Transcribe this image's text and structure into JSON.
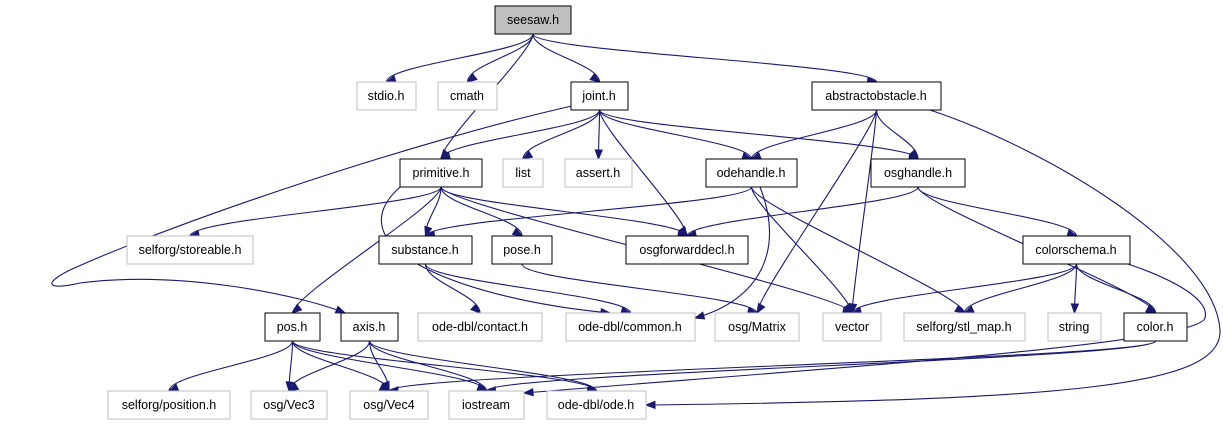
{
  "nodes": [
    {
      "id": "seesaw",
      "label": "seesaw.h",
      "style": "root"
    },
    {
      "id": "stdio",
      "label": "stdio.h",
      "style": "gray"
    },
    {
      "id": "cmath",
      "label": "cmath",
      "style": "gray"
    },
    {
      "id": "joint",
      "label": "joint.h",
      "style": "black"
    },
    {
      "id": "abstractobstacle",
      "label": "abstractobstacle.h",
      "style": "black"
    },
    {
      "id": "primitive",
      "label": "primitive.h",
      "style": "black"
    },
    {
      "id": "list",
      "label": "list",
      "style": "gray"
    },
    {
      "id": "assert",
      "label": "assert.h",
      "style": "gray"
    },
    {
      "id": "odehandle",
      "label": "odehandle.h",
      "style": "black"
    },
    {
      "id": "osghandle",
      "label": "osghandle.h",
      "style": "black"
    },
    {
      "id": "storeable",
      "label": "selforg/storeable.h",
      "style": "gray"
    },
    {
      "id": "substance",
      "label": "substance.h",
      "style": "black"
    },
    {
      "id": "pose",
      "label": "pose.h",
      "style": "black"
    },
    {
      "id": "osgforwarddecl",
      "label": "osgforwarddecl.h",
      "style": "black"
    },
    {
      "id": "colorschema",
      "label": "colorschema.h",
      "style": "black"
    },
    {
      "id": "pos",
      "label": "pos.h",
      "style": "black"
    },
    {
      "id": "axis",
      "label": "axis.h",
      "style": "black"
    },
    {
      "id": "contact",
      "label": "ode-dbl/contact.h",
      "style": "gray"
    },
    {
      "id": "common",
      "label": "ode-dbl/common.h",
      "style": "gray"
    },
    {
      "id": "matrix",
      "label": "osg/Matrix",
      "style": "gray"
    },
    {
      "id": "vector",
      "label": "vector",
      "style": "gray"
    },
    {
      "id": "stl_map",
      "label": "selforg/stl_map.h",
      "style": "gray"
    },
    {
      "id": "string",
      "label": "string",
      "style": "gray"
    },
    {
      "id": "color",
      "label": "color.h",
      "style": "black"
    },
    {
      "id": "position",
      "label": "selforg/position.h",
      "style": "gray"
    },
    {
      "id": "vec3",
      "label": "osg/Vec3",
      "style": "gray"
    },
    {
      "id": "vec4",
      "label": "osg/Vec4",
      "style": "gray"
    },
    {
      "id": "iostream",
      "label": "iostream",
      "style": "gray"
    },
    {
      "id": "ode",
      "label": "ode-dbl/ode.h",
      "style": "gray"
    }
  ],
  "edges": [
    [
      "seesaw",
      "stdio"
    ],
    [
      "seesaw",
      "cmath"
    ],
    [
      "seesaw",
      "joint"
    ],
    [
      "seesaw",
      "abstractobstacle"
    ],
    [
      "seesaw",
      "primitive"
    ],
    [
      "joint",
      "primitive"
    ],
    [
      "joint",
      "list"
    ],
    [
      "joint",
      "assert"
    ],
    [
      "joint",
      "odehandle"
    ],
    [
      "joint",
      "osghandle"
    ],
    [
      "joint",
      "osgforwarddecl"
    ],
    [
      "joint",
      "axis"
    ],
    [
      "abstractobstacle",
      "odehandle"
    ],
    [
      "abstractobstacle",
      "osghandle"
    ],
    [
      "abstractobstacle",
      "matrix"
    ],
    [
      "abstractobstacle",
      "vector"
    ],
    [
      "abstractobstacle",
      "ode"
    ],
    [
      "primitive",
      "storeable"
    ],
    [
      "primitive",
      "substance"
    ],
    [
      "primitive",
      "pose"
    ],
    [
      "primitive",
      "osgforwarddecl"
    ],
    [
      "primitive",
      "pos"
    ],
    [
      "primitive",
      "common"
    ],
    [
      "primitive",
      "vector"
    ],
    [
      "odehandle",
      "substance"
    ],
    [
      "odehandle",
      "common"
    ],
    [
      "odehandle",
      "vector"
    ],
    [
      "odehandle",
      "stl_map"
    ],
    [
      "osghandle",
      "osgforwarddecl"
    ],
    [
      "osghandle",
      "colorschema"
    ],
    [
      "osghandle",
      "color"
    ],
    [
      "substance",
      "contact"
    ],
    [
      "substance",
      "common"
    ],
    [
      "pose",
      "matrix"
    ],
    [
      "colorschema",
      "vector"
    ],
    [
      "colorschema",
      "stl_map"
    ],
    [
      "colorschema",
      "string"
    ],
    [
      "colorschema",
      "color"
    ],
    [
      "colorschema",
      "iostream"
    ],
    [
      "color",
      "vec4"
    ],
    [
      "color",
      "iostream"
    ],
    [
      "pos",
      "position"
    ],
    [
      "pos",
      "vec3"
    ],
    [
      "pos",
      "vec4"
    ],
    [
      "pos",
      "iostream"
    ],
    [
      "pos",
      "ode"
    ],
    [
      "axis",
      "vec3"
    ],
    [
      "axis",
      "vec4"
    ],
    [
      "axis",
      "iostream"
    ],
    [
      "axis",
      "ode"
    ]
  ]
}
